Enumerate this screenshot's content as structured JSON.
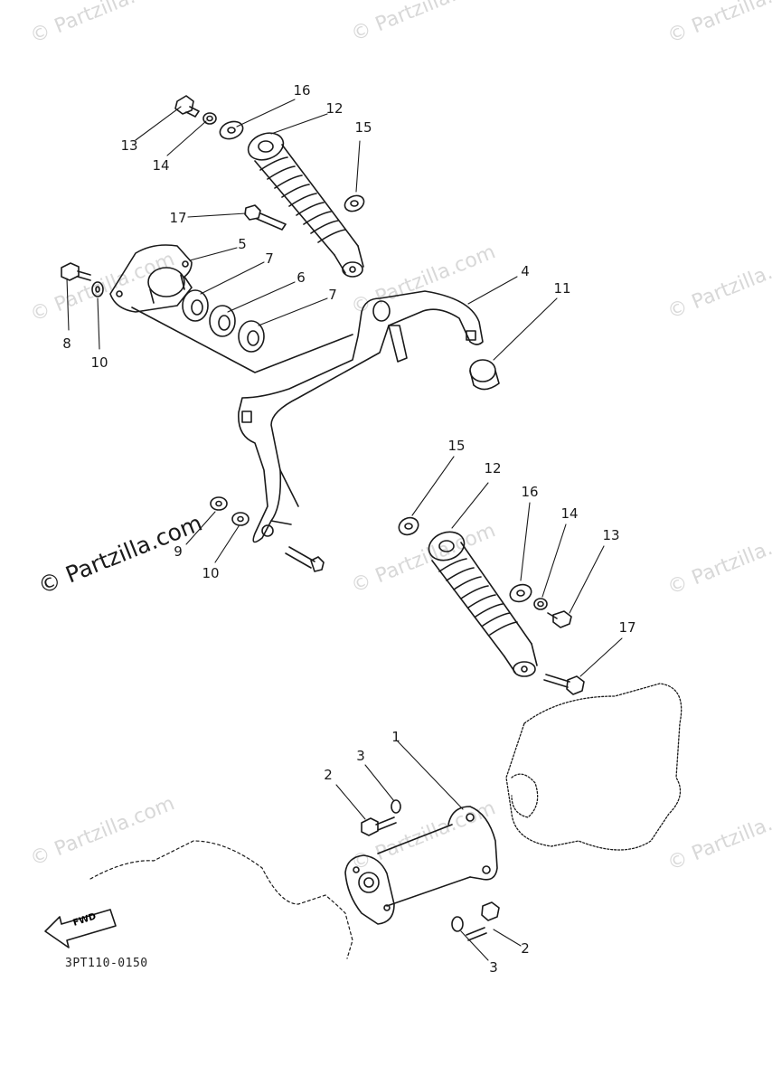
{
  "watermark": "© Partzilla.com",
  "watermark_main": "© Partzilla.com",
  "drawing_code": "3PT110-0150",
  "fwd_label": "FWD",
  "callouts": {
    "c13a": "13",
    "c14a": "14",
    "c16a": "16",
    "c12a": "12",
    "c15a": "15",
    "c17a": "17",
    "c5": "5",
    "c7a": "7",
    "c6": "6",
    "c7b": "7",
    "c8": "8",
    "c10a": "10",
    "c4": "4",
    "c11": "11",
    "c15b": "15",
    "c12b": "12",
    "c16b": "16",
    "c14b": "14",
    "c13b": "13",
    "c9": "9",
    "c10b": "10",
    "c17b": "17",
    "c1": "1",
    "c3a": "3",
    "c2a": "2",
    "c2b": "2",
    "c3b": "3"
  }
}
